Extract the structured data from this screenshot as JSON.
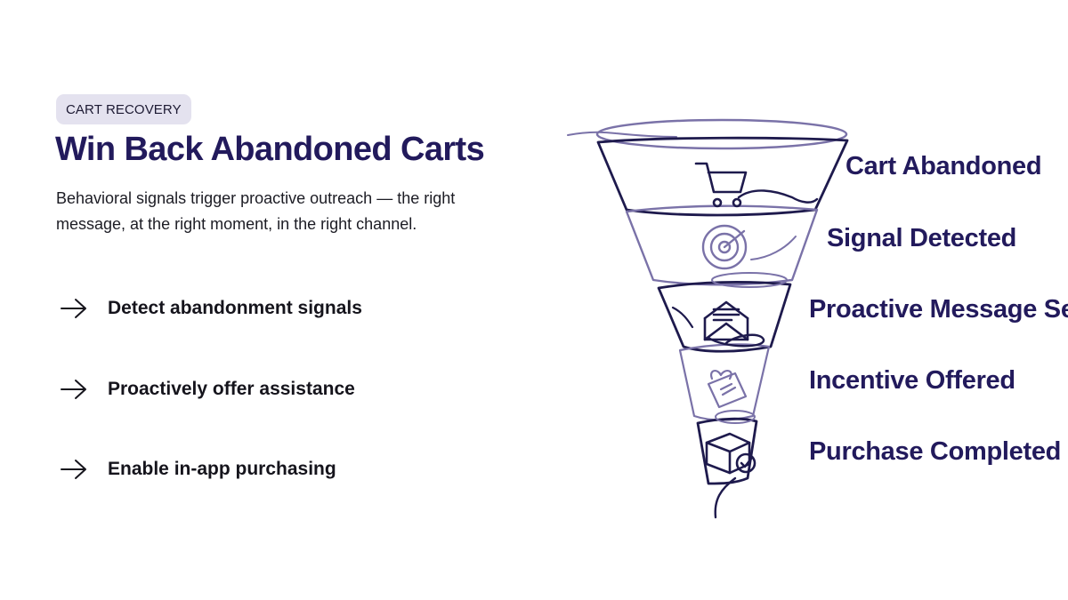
{
  "tag": "CART RECOVERY",
  "title": "Win Back Abandoned Carts",
  "subtitle": "Behavioral signals trigger proactive outreach — the right message, at the right moment, in the right channel.",
  "bullets": [
    {
      "label": "Detect abandonment signals",
      "icon": "arrow-right-icon"
    },
    {
      "label": "Proactively offer assistance",
      "icon": "arrow-right-icon"
    },
    {
      "label": "Enable in-app purchasing",
      "icon": "arrow-right-icon"
    }
  ],
  "funnel": {
    "stages": [
      {
        "label": "Cart Abandoned",
        "icon": "shopping-cart-icon"
      },
      {
        "label": "Signal Detected",
        "icon": "target-icon"
      },
      {
        "label": "Proactive Message Sent",
        "icon": "envelope-icon"
      },
      {
        "label": "Incentive Offered",
        "icon": "gift-tag-icon"
      },
      {
        "label": "Purchase Completed",
        "icon": "package-check-icon"
      }
    ]
  },
  "colors": {
    "accent": "#221a5c",
    "line": "#1e1a4d",
    "line_soft": "#7a72a8",
    "tag_bg": "#e4e2ef"
  }
}
